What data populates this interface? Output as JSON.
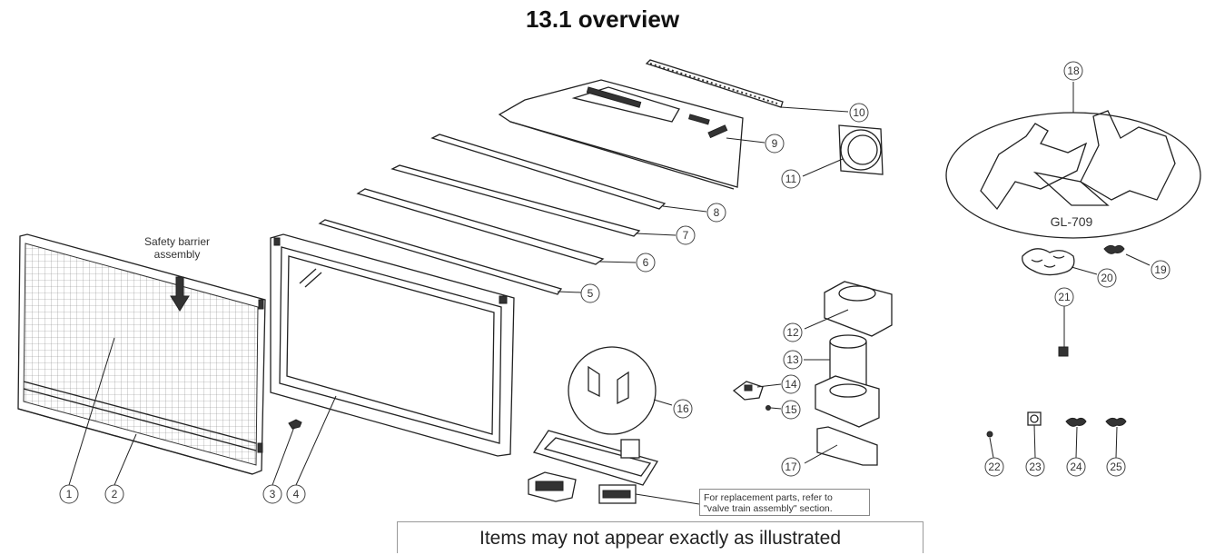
{
  "title": "13.1  overview",
  "safety_label": [
    "Safety barrier",
    "assembly"
  ],
  "log_set_label": "GL-709",
  "note_lines": [
    "For replacement parts, refer to",
    "\"valve train assembly\" section."
  ],
  "footer": "Items may not appear exactly as illustrated",
  "callouts": [
    "1",
    "2",
    "3",
    "4",
    "5",
    "6",
    "7",
    "8",
    "9",
    "10",
    "11",
    "12",
    "13",
    "14",
    "15",
    "16",
    "17",
    "18",
    "19",
    "20",
    "21",
    "22",
    "23",
    "24",
    "25"
  ]
}
